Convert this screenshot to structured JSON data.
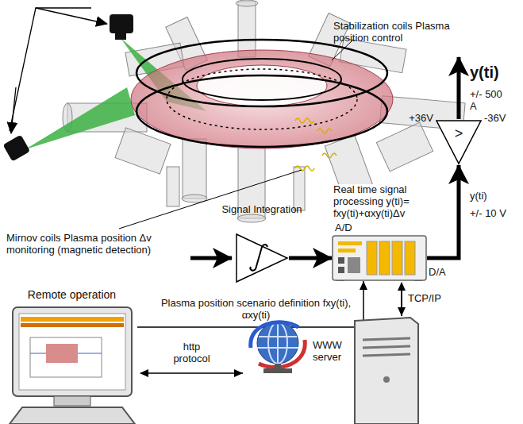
{
  "diagram": {
    "nodes": [
      {
        "text": [
          "Signal Integration"
        ]
      },
      {
        "text": [
          "Real time signal processing y(ti)= fxy(ti)+αxy(ti)Δv",
          "A/D",
          "D/A"
        ]
      },
      {
        "text": [
          ">",
          "+36V",
          "-36V"
        ]
      },
      {
        "text": [
          "Remote operation"
        ]
      },
      {
        "text": [
          "WWW server"
        ]
      }
    ],
    "edges": [
      {
        "from": 0,
        "to": 1,
        "arrow": "to"
      },
      {
        "from": 1,
        "to": 2,
        "arrow": "to"
      },
      {
        "from": 3,
        "to": 1,
        "arrow": "to",
        "label": "Plasma position scenario definition fxy(ti), αxy(ti)"
      },
      {
        "from": 3,
        "to": 4,
        "arrow": "both",
        "label": "http protocol"
      },
      {
        "from": 1,
        "to": 4,
        "arrow": "both",
        "label": "TCP/IP"
      }
    ],
    "labels": [
      "Stabilization coils Plasma position control",
      "Mirnov coils Plasma position Δv monitoring (magnetic detection)",
      "y(ti)",
      "+/- 500 A",
      "y(ti)",
      "+/- 10 V"
    ]
  }
}
